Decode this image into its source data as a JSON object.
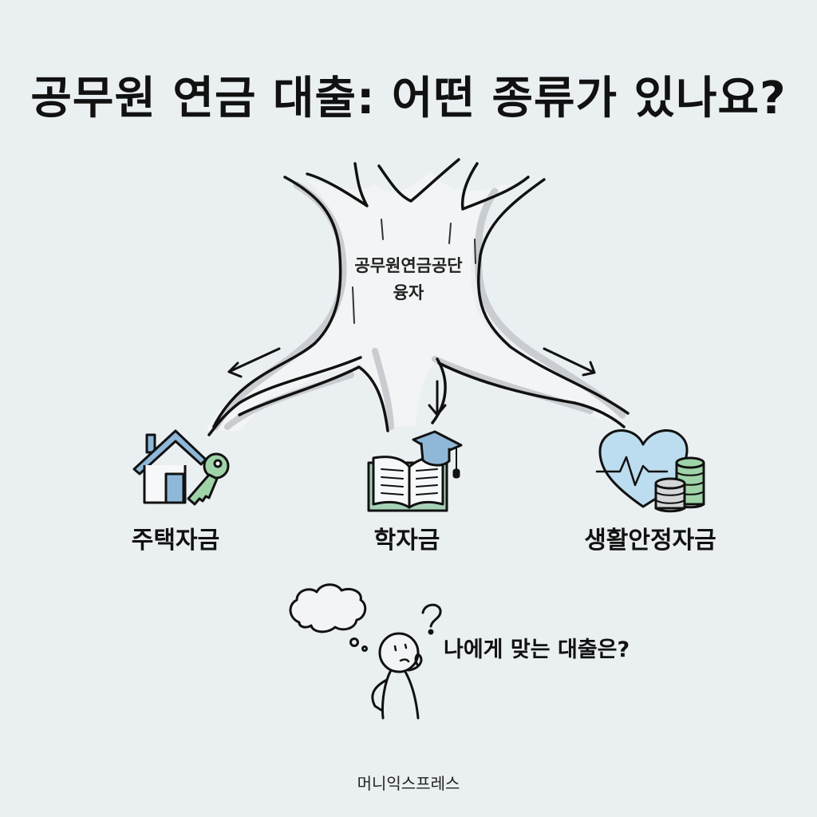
{
  "title": "공무원 연금 대출: 어떤 종류가 있나요?",
  "tree": {
    "trunk_label_line1": "공무원연금공단",
    "trunk_label_line2": "융자"
  },
  "categories": [
    {
      "label": "주택자금",
      "icon": "house-key-icon",
      "colors": {
        "primary": "#8fb8d8",
        "accent": "#9fd4a8"
      }
    },
    {
      "label": "학자금",
      "icon": "book-graduation-cap-icon",
      "colors": {
        "primary": "#8fb8d8",
        "accent": "#a8d2b8"
      }
    },
    {
      "label": "생활안정자금",
      "icon": "heart-coins-icon",
      "colors": {
        "primary": "#bcdcef",
        "accent": "#9fd4a8"
      }
    }
  ],
  "thinker": {
    "question_mark": "?",
    "question": "나에게 맞는 대출은?"
  },
  "footer": {
    "brand": "머니익스프레스"
  },
  "colors": {
    "background": "#eaeff2",
    "ink": "#111111",
    "shade": "#c9ccd0",
    "blue": "#8fb8d8",
    "green": "#9fd4a8"
  }
}
